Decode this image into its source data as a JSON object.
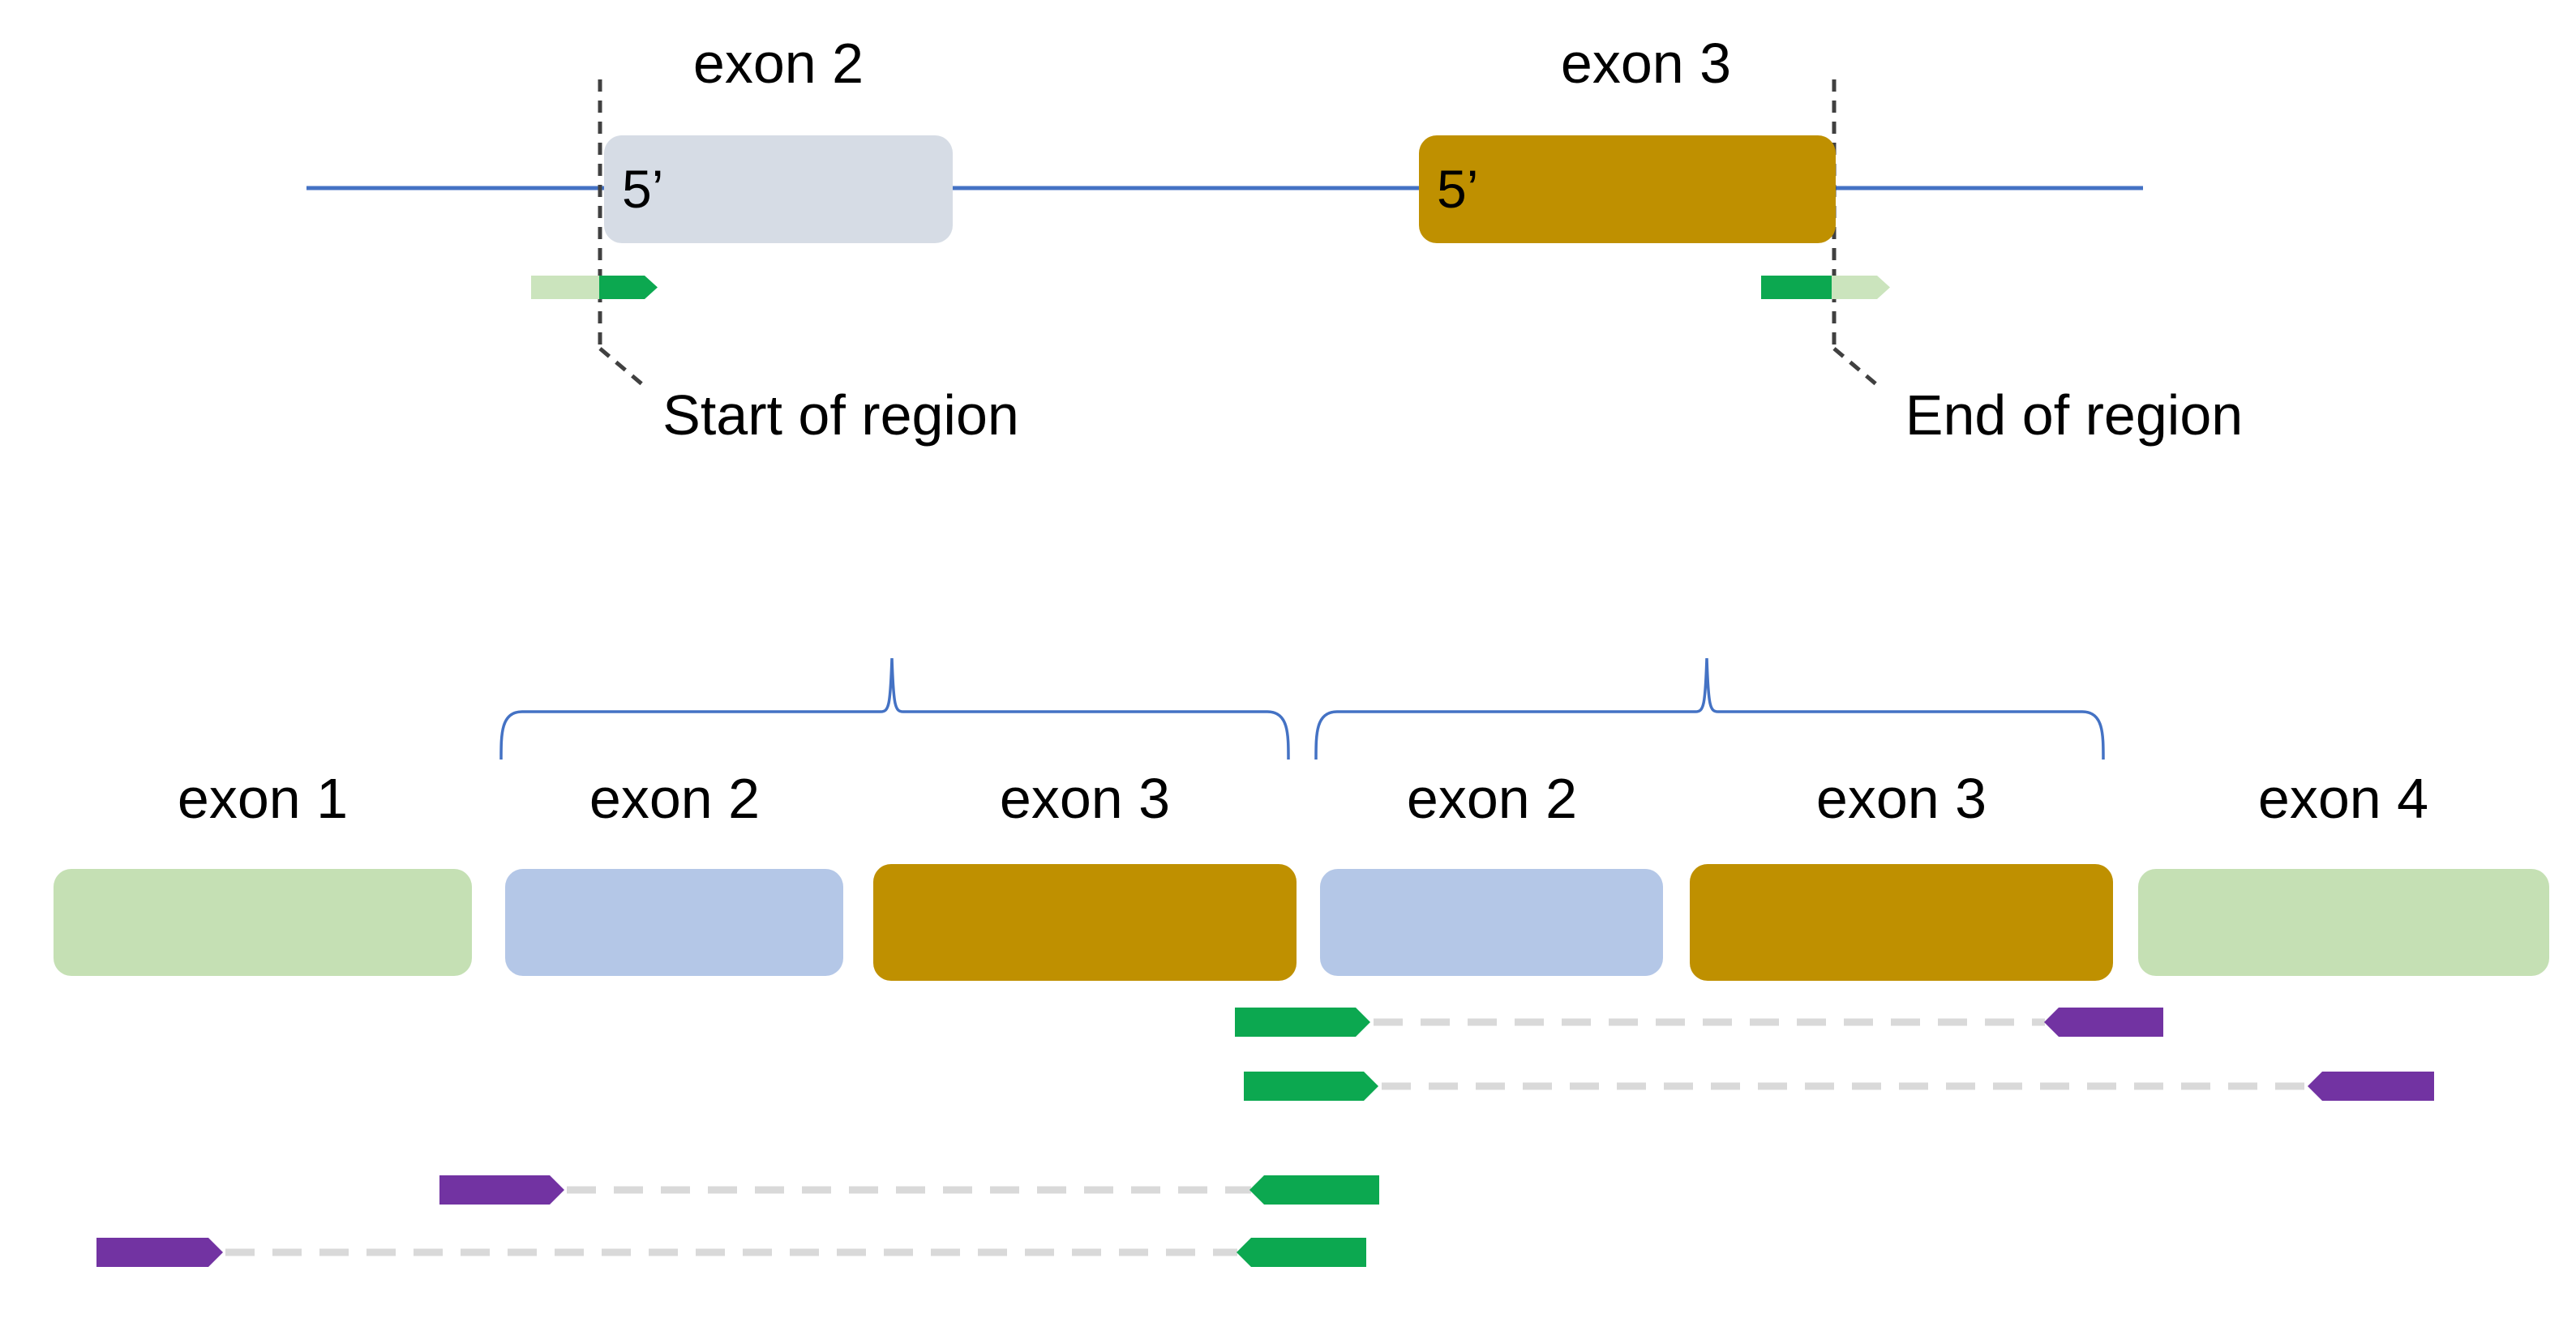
{
  "top": {
    "exon2_label": "exon 2",
    "exon3_label": "exon 3",
    "exon2_strand": "5’",
    "exon3_strand": "5’",
    "start_label": "Start of region",
    "end_label": "End of region"
  },
  "bottom": {
    "exons": [
      {
        "label": "exon 1",
        "color": "light_green"
      },
      {
        "label": "exon 2",
        "color": "light_blue"
      },
      {
        "label": "exon 3",
        "color": "gold"
      },
      {
        "label": "exon 2",
        "color": "light_blue"
      },
      {
        "label": "exon 3",
        "color": "gold"
      },
      {
        "label": "exon 4",
        "color": "light_green"
      }
    ],
    "read_pairs": [
      {
        "left_arrow": "green-right",
        "right_arrow": "purple-left"
      },
      {
        "left_arrow": "green-right",
        "right_arrow": "purple-left"
      },
      {
        "left_arrow": "purple-right",
        "right_arrow": "green-left"
      },
      {
        "left_arrow": "purple-right",
        "right_arrow": "green-left"
      }
    ]
  },
  "colors": {
    "blue": "#4472C4",
    "gold": "#BF9000",
    "light_blue": "#B4C7E7",
    "light_green": "#C5E0B4",
    "pale_green": "#CBE4BD",
    "gray_blue": "#D6DCE5",
    "green": "#0CA850",
    "purple": "#7233A2",
    "dash_gray": "#D9D9D9",
    "dark_gray": "#404040"
  }
}
